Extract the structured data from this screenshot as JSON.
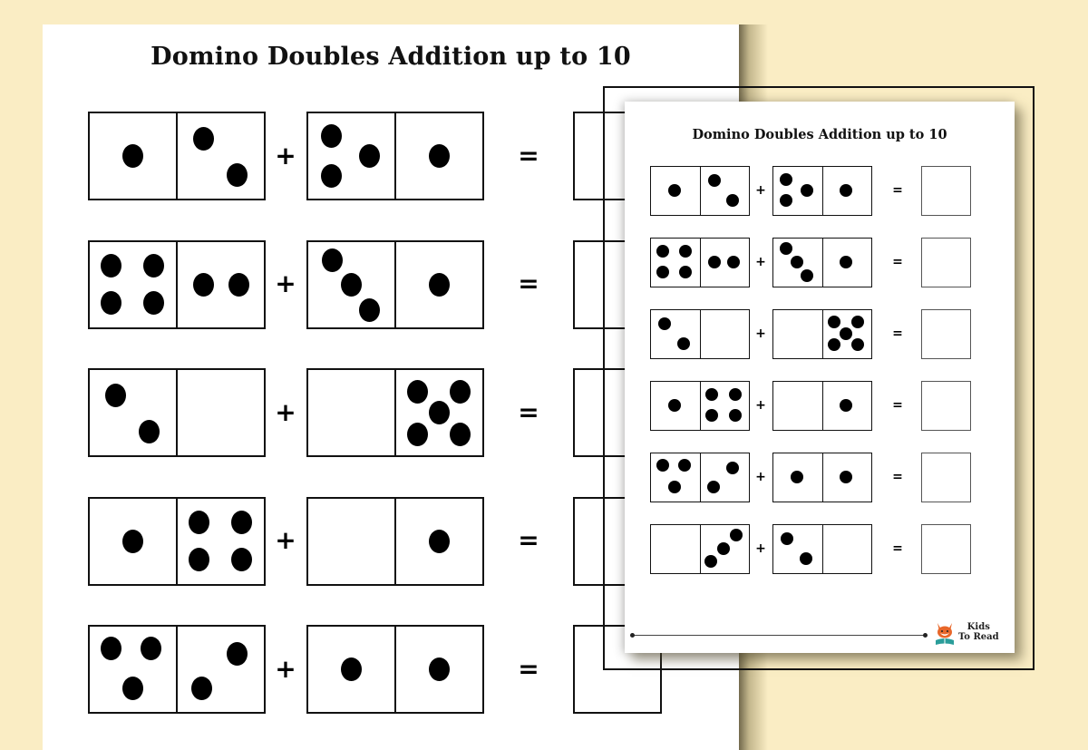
{
  "background_color": "#FAEDC4",
  "big_sheet": {
    "title": "Domino Doubles Addition up to 10",
    "operators": {
      "plus": "+",
      "equals": "="
    },
    "rows": [
      {
        "domino1": [
          1,
          2
        ],
        "domino2": [
          3,
          1
        ],
        "answer": ""
      },
      {
        "domino1": [
          4,
          2
        ],
        "domino2": [
          3,
          1
        ],
        "answer": ""
      },
      {
        "domino1": [
          2,
          0
        ],
        "domino2": [
          0,
          5
        ],
        "answer": ""
      },
      {
        "domino1": [
          1,
          4
        ],
        "domino2": [
          0,
          1
        ],
        "answer": ""
      },
      {
        "domino1": [
          3,
          2
        ],
        "domino2": [
          1,
          1
        ],
        "answer": ""
      }
    ]
  },
  "small_sheet": {
    "title": "Domino Doubles Addition up to 10",
    "operators": {
      "plus": "+",
      "equals": "="
    },
    "rows": [
      {
        "domino1": [
          1,
          2
        ],
        "domino2": [
          3,
          1
        ],
        "answer": ""
      },
      {
        "domino1": [
          4,
          2
        ],
        "domino2": [
          3,
          1
        ],
        "answer": ""
      },
      {
        "domino1": [
          2,
          0
        ],
        "domino2": [
          0,
          5
        ],
        "answer": ""
      },
      {
        "domino1": [
          1,
          4
        ],
        "domino2": [
          0,
          1
        ],
        "answer": ""
      },
      {
        "domino1": [
          3,
          2
        ],
        "domino2": [
          1,
          1
        ],
        "answer": ""
      },
      {
        "domino1": [
          0,
          3
        ],
        "domino2": [
          2,
          0
        ],
        "answer": ""
      }
    ],
    "footer": {
      "logo_line1": "Kids",
      "logo_line2": "To Read",
      "logo_icon": "fox-reading-book-icon"
    }
  },
  "colors": {
    "pip": "#000000",
    "border": "#111111",
    "fox_orange": "#E8672A",
    "book_teal": "#2A9D9A"
  }
}
